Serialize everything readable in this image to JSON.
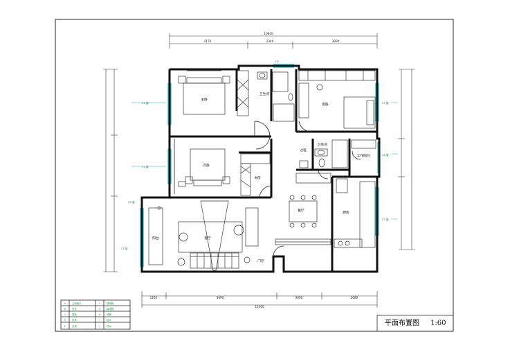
{
  "drawing": {
    "title": "平面布置图",
    "scale": "1:60"
  },
  "dimensions": {
    "top_total": "10840",
    "top_segments": [
      "4170",
      "2340",
      "3830"
    ],
    "bottom_total": "12300",
    "bottom_segments": [
      "1250",
      "3690",
      "3650",
      "2080"
    ]
  },
  "rooms": {
    "master_bedroom": "主卧",
    "bathroom_1": "卫生间",
    "bedroom": "客卧",
    "second_bedroom": "次卧",
    "study": "书房",
    "balcony": "阳台",
    "living_room": "客厅",
    "dining": "餐厅",
    "hallway": "过道",
    "bathroom_2": "卫生间",
    "utility": "工作阳台",
    "kitchen": "厨房",
    "entry": "门厅"
  },
  "legend": {
    "items": [
      {
        "code": "A",
        "text": "立面索引"
      },
      {
        "code": "B",
        "text": "开关"
      },
      {
        "code": "C",
        "text": "插座"
      },
      {
        "code": "D",
        "text": "灯具"
      },
      {
        "code": "E",
        "text": "空调"
      },
      {
        "code": "F",
        "text": "强电箱"
      },
      {
        "code": "G",
        "text": "弱电箱"
      },
      {
        "code": "H",
        "text": "地漏"
      },
      {
        "code": "I",
        "text": "给水"
      },
      {
        "code": "J",
        "text": "排水"
      }
    ]
  }
}
